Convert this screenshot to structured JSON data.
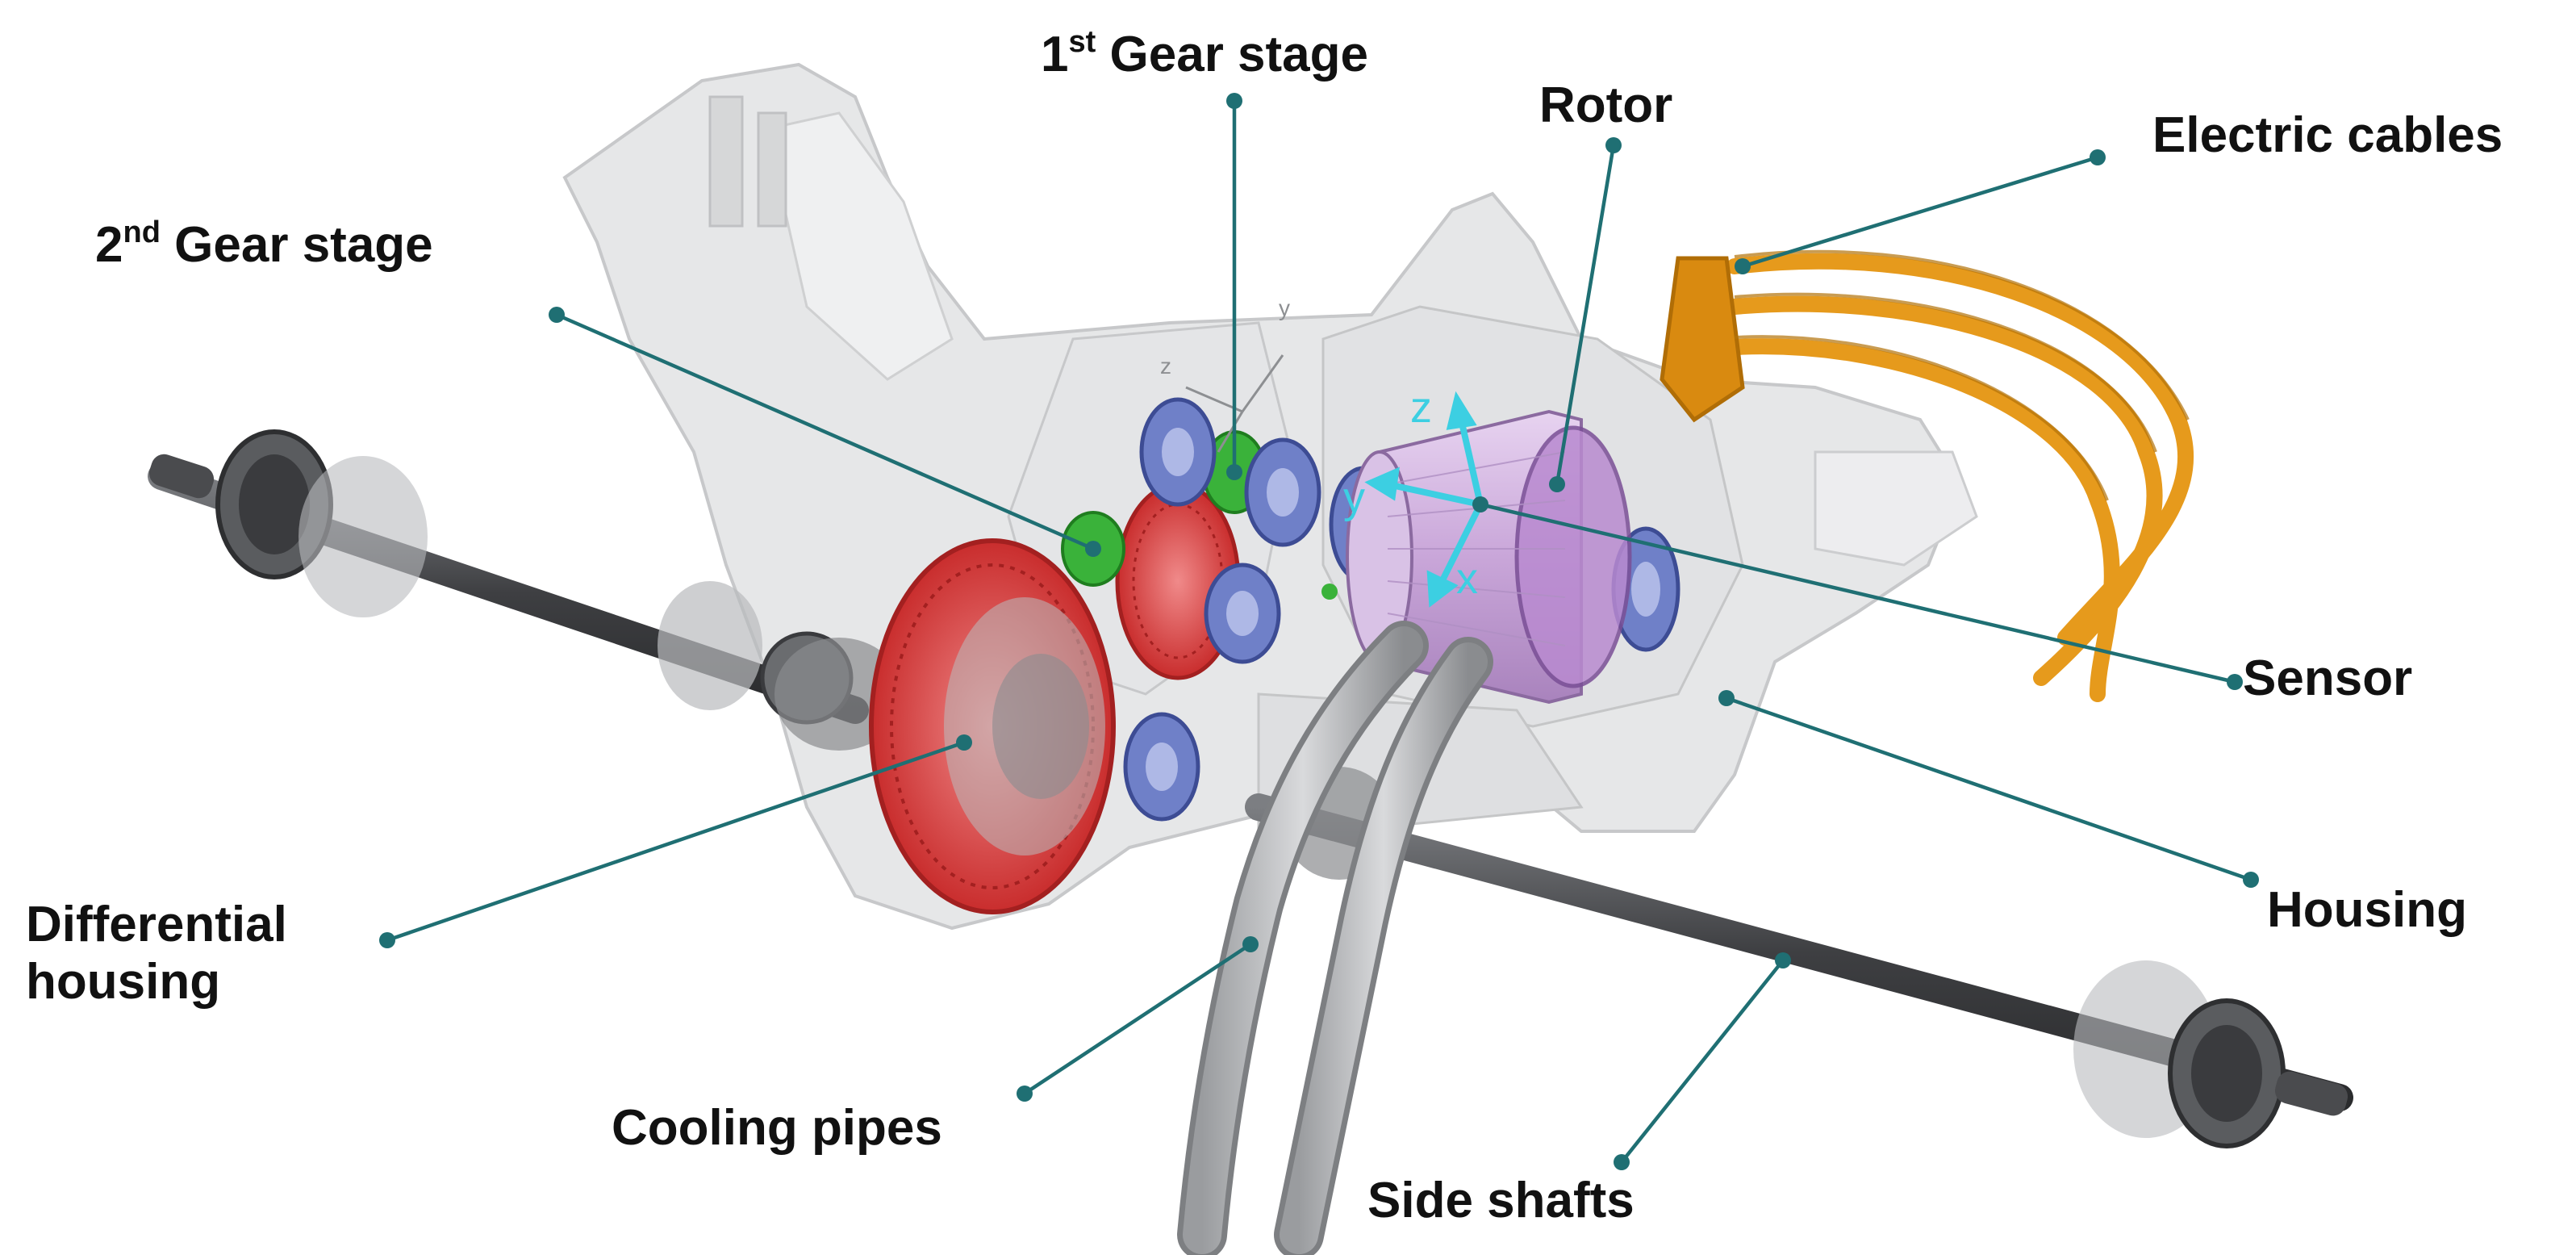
{
  "colors": {
    "leader": "#1f6f73",
    "housing_fill": "#c8cacd",
    "shaft": "#4a4b4e",
    "gear_red": "#d43a3a",
    "gear_green": "#3ab23a",
    "bearing_blue": "#6f80c8",
    "rotor_violet": "#c9a6d9",
    "cables": "#e69a1c",
    "axis_cyan": "#3ccfe2",
    "label_text": "#111111"
  },
  "labels": {
    "first_gear": {
      "main": "1",
      "sup": "st",
      "rest": " Gear stage"
    },
    "second_gear": {
      "main": "2",
      "sup": "nd",
      "rest": " Gear stage"
    },
    "rotor": "Rotor",
    "electric_cables": "Electric cables",
    "sensor": "Sensor",
    "housing": "Housing",
    "differential_line1": "Differential",
    "differential_line2": "housing",
    "cooling_pipes": "Cooling pipes",
    "side_shafts": "Side shafts"
  },
  "axes": {
    "x": "x",
    "y": "y",
    "z": "z",
    "small_y": "y",
    "small_z": "z"
  },
  "icons": {
    "leader_dot": "circle-marker-icon",
    "coordinate_frame": "xyz-axes-icon"
  }
}
